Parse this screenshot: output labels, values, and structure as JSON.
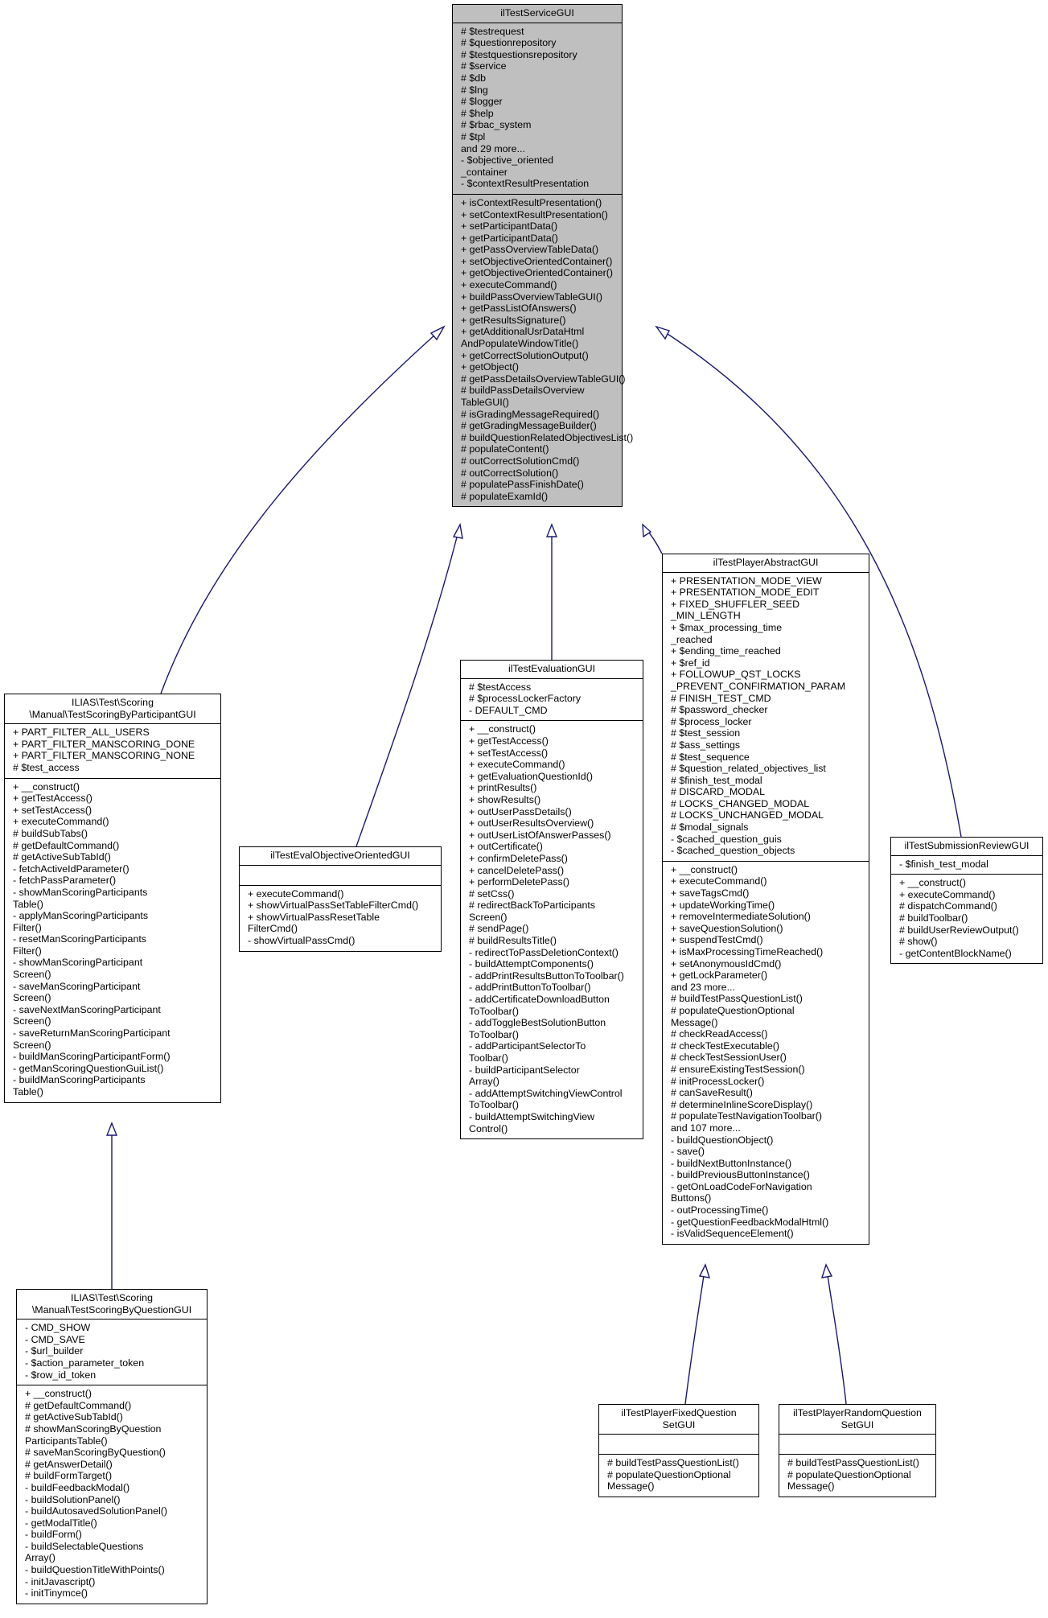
{
  "classes": [
    {
      "id": "base",
      "title": [
        "ilTestServiceGUI"
      ],
      "attributes": [
        "# $testrequest",
        "# $questionrepository",
        "# $testquestionsrepository",
        "# $service",
        "# $db",
        "# $lng",
        "# $logger",
        "# $help",
        "# $rbac_system",
        "# $tpl",
        "and 29 more...",
        "- $objective_oriented",
        "_container",
        "- $contextResultPresentation"
      ],
      "methods": [
        "+ isContextResultPresentation()",
        "+ setContextResultPresentation()",
        "+ setParticipantData()",
        "+ getParticipantData()",
        "+ getPassOverviewTableData()",
        "+ setObjectiveOrientedContainer()",
        "+ getObjectiveOrientedContainer()",
        "+ executeCommand()",
        "+ buildPassOverviewTableGUI()",
        "+ getPassListOfAnswers()",
        "+ getResultsSignature()",
        "+ getAdditionalUsrDataHtml",
        "AndPopulateWindowTitle()",
        "+ getCorrectSolutionOutput()",
        "+ getObject()",
        "# getPassDetailsOverviewTableGUI()",
        "# buildPassDetailsOverview",
        "TableGUI()",
        "# isGradingMessageRequired()",
        "# getGradingMessageBuilder()",
        "# buildQuestionRelatedObjectivesList()",
        "# populateContent()",
        "# outCorrectSolutionCmd()",
        "# outCorrectSolution()",
        "# populatePassFinishDate()",
        "# populateExamId()"
      ]
    },
    {
      "id": "participant",
      "title": [
        "ILIAS\\Test\\Scoring",
        "\\Manual\\TestScoringByParticipantGUI"
      ],
      "attributes": [
        "+ PART_FILTER_ALL_USERS",
        "+ PART_FILTER_MANSCORING_DONE",
        "+ PART_FILTER_MANSCORING_NONE",
        "# $test_access"
      ],
      "methods": [
        "+ __construct()",
        "+ getTestAccess()",
        "+ setTestAccess()",
        "+ executeCommand()",
        "# buildSubTabs()",
        "# getDefaultCommand()",
        "# getActiveSubTabId()",
        "- fetchActiveIdParameter()",
        "- fetchPassParameter()",
        "- showManScoringParticipants",
        "Table()",
        "- applyManScoringParticipants",
        "Filter()",
        "- resetManScoringParticipants",
        "Filter()",
        "- showManScoringParticipant",
        "Screen()",
        "- saveManScoringParticipant",
        "Screen()",
        "- saveNextManScoringParticipant",
        "Screen()",
        "- saveReturnManScoringParticipant",
        "Screen()",
        "- buildManScoringParticipantForm()",
        "- getManScoringQuestionGuiList()",
        "- buildManScoringParticipants",
        "Table()"
      ]
    },
    {
      "id": "question",
      "title": [
        "ILIAS\\Test\\Scoring",
        "\\Manual\\TestScoringByQuestionGUI"
      ],
      "attributes": [
        "- CMD_SHOW",
        "- CMD_SAVE",
        "- $url_builder",
        "- $action_parameter_token",
        "- $row_id_token"
      ],
      "methods": [
        "+ __construct()",
        "# getDefaultCommand()",
        "# getActiveSubTabId()",
        "# showManScoringByQuestion",
        "ParticipantsTable()",
        "# saveManScoringByQuestion()",
        "# getAnswerDetail()",
        "# buildFormTarget()",
        "- buildFeedbackModal()",
        "- buildSolutionPanel()",
        "- buildAutosavedSolutionPanel()",
        "- getModalTitle()",
        "- buildForm()",
        "- buildSelectableQuestions",
        "Array()",
        "- buildQuestionTitleWithPoints()",
        "- initJavascript()",
        "- initTinymce()"
      ]
    },
    {
      "id": "evalobj",
      "title": [
        "ilTestEvalObjectiveOrientedGUI"
      ],
      "attributes": [],
      "methods": [
        "+ executeCommand()",
        "+ showVirtualPassSetTableFilterCmd()",
        "+ showVirtualPassResetTable",
        "FilterCmd()",
        "- showVirtualPassCmd()"
      ]
    },
    {
      "id": "evaluation",
      "title": [
        "ilTestEvaluationGUI"
      ],
      "attributes": [
        "# $testAccess",
        "# $processLockerFactory",
        "- DEFAULT_CMD"
      ],
      "methods": [
        "+ __construct()",
        "+ getTestAccess()",
        "+ setTestAccess()",
        "+ executeCommand()",
        "+ getEvaluationQuestionId()",
        "+ printResults()",
        "+ showResults()",
        "+ outUserPassDetails()",
        "+ outUserResultsOverview()",
        "+ outUserListOfAnswerPasses()",
        "+ outCertificate()",
        "+ confirmDeletePass()",
        "+ cancelDeletePass()",
        "+ performDeletePass()",
        "# setCss()",
        "# redirectBackToParticipants",
        "Screen()",
        "# sendPage()",
        "# buildResultsTitle()",
        "- redirectToPassDeletionContext()",
        "- buildAttemptComponents()",
        "- addPrintResultsButtonToToolbar()",
        "- addPrintButtonToToolbar()",
        "- addCertificateDownloadButton",
        "ToToolbar()",
        "- addToggleBestSolutionButton",
        "ToToolbar()",
        "- addParticipantSelectorTo",
        "Toolbar()",
        "- buildParticipantSelector",
        "Array()",
        "- addAttemptSwitchingViewControl",
        "ToToolbar()",
        "- buildAttemptSwitchingView",
        "Control()"
      ]
    },
    {
      "id": "player",
      "title": [
        "ilTestPlayerAbstractGUI"
      ],
      "attributes": [
        "+ PRESENTATION_MODE_VIEW",
        "+ PRESENTATION_MODE_EDIT",
        "+ FIXED_SHUFFLER_SEED",
        "_MIN_LENGTH",
        "+ $max_processing_time",
        "_reached",
        "+ $ending_time_reached",
        "+ $ref_id",
        "+ FOLLOWUP_QST_LOCKS",
        "_PREVENT_CONFIRMATION_PARAM",
        "# FINISH_TEST_CMD",
        "# $password_checker",
        "# $process_locker",
        "# $test_session",
        "# $ass_settings",
        "# $test_sequence",
        "# $question_related_objectives_list",
        "# $finish_test_modal",
        "# DISCARD_MODAL",
        "# LOCKS_CHANGED_MODAL",
        "# LOCKS_UNCHANGED_MODAL",
        "# $modal_signals",
        "- $cached_question_guis",
        "- $cached_question_objects"
      ],
      "methods": [
        "+ __construct()",
        "+ executeCommand()",
        "+ saveTagsCmd()",
        "+ updateWorkingTime()",
        "+ removeIntermediateSolution()",
        "+ saveQuestionSolution()",
        "+ suspendTestCmd()",
        "+ isMaxProcessingTimeReached()",
        "+ setAnonymousIdCmd()",
        "+ getLockParameter()",
        "and 23 more...",
        "# buildTestPassQuestionList()",
        "# populateQuestionOptional",
        "Message()",
        "# checkReadAccess()",
        "# checkTestExecutable()",
        "# checkTestSessionUser()",
        "# ensureExistingTestSession()",
        "# initProcessLocker()",
        "# canSaveResult()",
        "# determineInlineScoreDisplay()",
        "# populateTestNavigationToolbar()",
        "and 107 more...",
        "- buildQuestionObject()",
        "- save()",
        "- buildNextButtonInstance()",
        "- buildPreviousButtonInstance()",
        "- getOnLoadCodeForNavigation",
        "Buttons()",
        "- outProcessingTime()",
        "- getQuestionFeedbackModalHtml()",
        "- isValidSequenceElement()"
      ]
    },
    {
      "id": "submission",
      "title": [
        "ilTestSubmissionReviewGUI"
      ],
      "attributes": [
        "- $finish_test_modal"
      ],
      "methods": [
        "+ __construct()",
        "+ executeCommand()",
        "# dispatchCommand()",
        "# buildToolbar()",
        "# buildUserReviewOutput()",
        "# show()",
        "- getContentBlockName()"
      ]
    },
    {
      "id": "fixed",
      "title": [
        "ilTestPlayerFixedQuestion",
        "SetGUI"
      ],
      "attributes": [],
      "methods": [
        "# buildTestPassQuestionList()",
        "# populateQuestionOptional",
        "Message()"
      ]
    },
    {
      "id": "random",
      "title": [
        "ilTestPlayerRandomQuestion",
        "SetGUI"
      ],
      "attributes": [],
      "methods": [
        "# buildTestPassQuestionList()",
        "# populateQuestionOptional",
        "Message()"
      ]
    }
  ],
  "inheritance": [
    {
      "child": "participant",
      "parent": "base"
    },
    {
      "child": "evalobj",
      "parent": "base"
    },
    {
      "child": "evaluation",
      "parent": "base"
    },
    {
      "child": "player",
      "parent": "base"
    },
    {
      "child": "submission",
      "parent": "base"
    },
    {
      "child": "question",
      "parent": "participant"
    },
    {
      "child": "fixed",
      "parent": "player"
    },
    {
      "child": "random",
      "parent": "player"
    }
  ],
  "colors": {
    "edge": "#191970",
    "base_fill": "#bfbfbf",
    "box_fill": "#ffffff",
    "border": "#000000"
  }
}
